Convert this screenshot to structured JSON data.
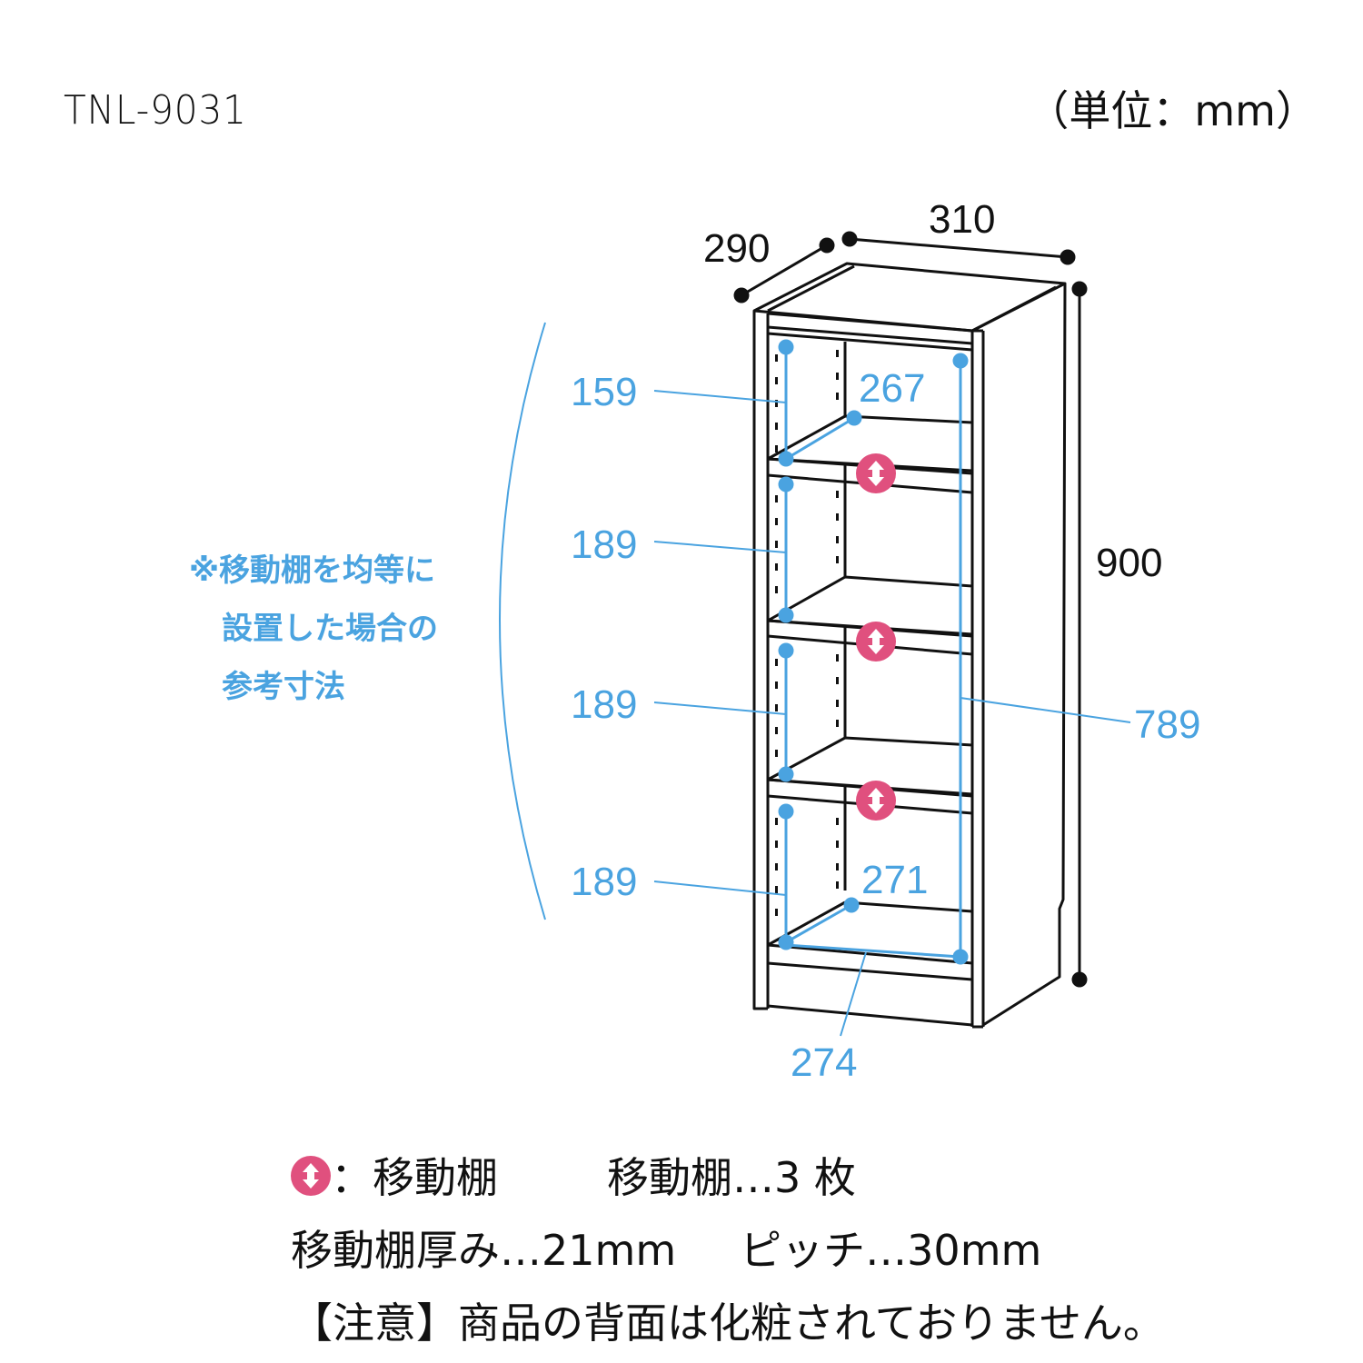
{
  "header": {
    "model": "TNL-9031",
    "unit": "（単位：mm）"
  },
  "note": {
    "line1": "※移動棚を均等に",
    "line2": "設置した場合の",
    "line3": "参考寸法"
  },
  "dimensions": {
    "outer": {
      "depth": "290",
      "width": "310",
      "height": "900"
    },
    "inner": {
      "top_space": "159",
      "space_2": "189",
      "space_3": "189",
      "space_4": "189",
      "top_shelf_depth": "267",
      "bottom_depth": "271",
      "inner_width": "274",
      "inner_height": "789"
    }
  },
  "legend": {
    "icon_label": "：移動棚",
    "shelf_count": "移動棚…3 枚",
    "shelf_thickness": "移動棚厚み…21mm",
    "pitch": "ピッチ…30mm",
    "caution": "【注意】商品の背面は化粧されておりません。"
  },
  "colors": {
    "dimension_blue": "#4aa3e0",
    "shelf_marker_pink": "#e0507e",
    "line_black": "#111111"
  }
}
